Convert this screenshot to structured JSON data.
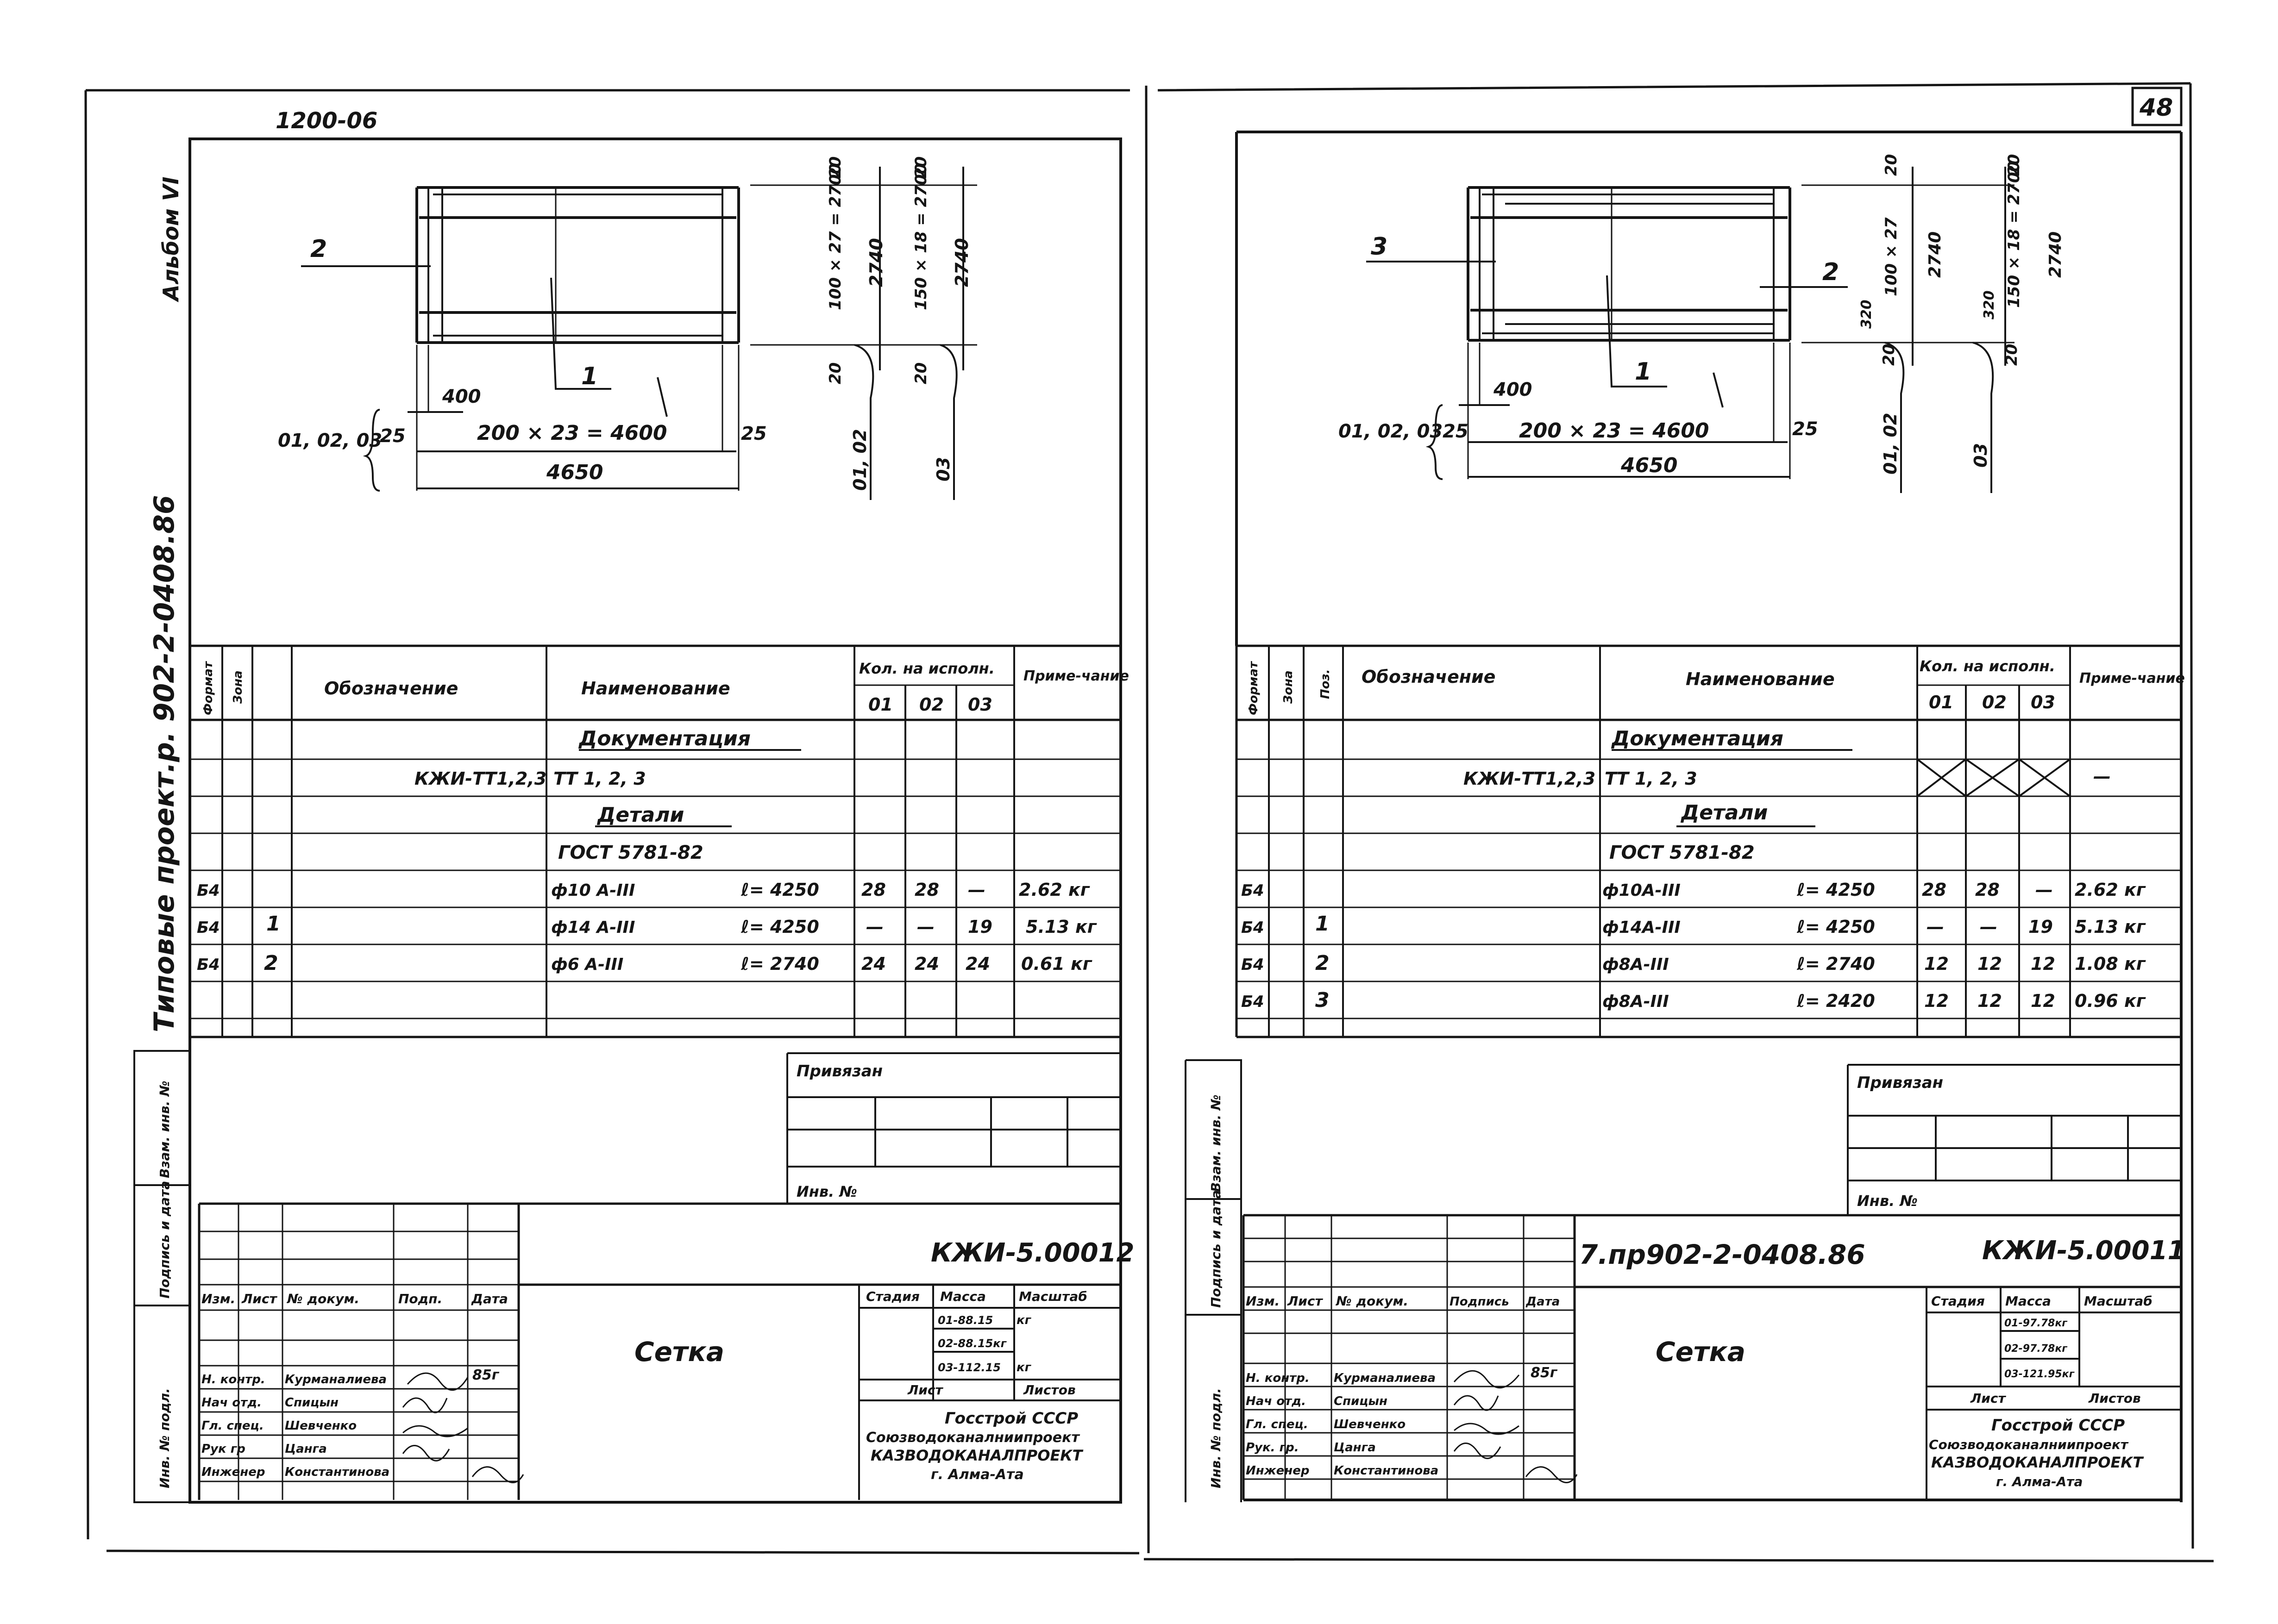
{
  "left": {
    "corner_code": "1200-06",
    "album": "Альбом VI",
    "project": "Типовые проект.р. 902-2-0408.86",
    "drawing": {
      "pos_2": "2",
      "pos_1": "1",
      "dim_400": "400",
      "variants": "01, 02, 03",
      "dim_25a": "25",
      "dim_4600": "200 × 23 = 4600",
      "dim_25b": "25",
      "dim_4650": "4650",
      "dim_20a": "20",
      "dim_2700a": "100 × 27 = 2700",
      "dim_2740a": "2740",
      "dim_20b": "20",
      "dim_2700b": "150 × 18 = 2700",
      "dim_2740b": "2740",
      "dim_20c": "20",
      "dim_20d": "20",
      "ver_0102": "01, 02",
      "ver_03": "03"
    },
    "spec": {
      "h_format": "Формат",
      "h_zone": "Зона",
      "h_designation": "Обозначение",
      "h_name": "Наименование",
      "h_qty": "Кол. на исполн.",
      "h_01": "01",
      "h_02": "02",
      "h_03": "03",
      "h_note": "Приме-чание",
      "rows": [
        {
          "fmt": "",
          "pos": "",
          "des": "",
          "name": "Документация",
          "len": "",
          "q1": "",
          "q2": "",
          "q3": "",
          "note": ""
        },
        {
          "fmt": "",
          "pos": "",
          "des": "КЖИ-ТТ1,2,3",
          "name": "ТТ 1, 2, 3",
          "len": "",
          "q1": "",
          "q2": "",
          "q3": "",
          "note": ""
        },
        {
          "fmt": "",
          "pos": "",
          "des": "",
          "name": "Детали",
          "len": "",
          "q1": "",
          "q2": "",
          "q3": "",
          "note": ""
        },
        {
          "fmt": "",
          "pos": "",
          "des": "",
          "name": "ГОСТ 5781-82",
          "len": "",
          "q1": "",
          "q2": "",
          "q3": "",
          "note": ""
        },
        {
          "fmt": "Б4",
          "pos": "1",
          "des": "",
          "name": "ф10 А-III",
          "len": "ℓ= 4250",
          "q1": "28",
          "q2": "28",
          "q3": "—",
          "note": "2.62 кг"
        },
        {
          "fmt": "Б4",
          "pos": "",
          "des": "",
          "name": "ф14 А-III",
          "len": "ℓ= 4250",
          "q1": "—",
          "q2": "—",
          "q3": "19",
          "note": "5.13 кг"
        },
        {
          "fmt": "Б4",
          "pos": "2",
          "des": "",
          "name": "ф6 А-III",
          "len": "ℓ= 2740",
          "q1": "24",
          "q2": "24",
          "q3": "24",
          "note": "0.61 кг"
        },
        {
          "fmt": "",
          "pos": "",
          "des": "",
          "name": "",
          "len": "",
          "q1": "",
          "q2": "",
          "q3": "",
          "note": ""
        }
      ]
    },
    "bound": "Привязан",
    "inv_no": "Инв. №",
    "side_labels": [
      "Взам. инв. №",
      "Подпись и дата",
      "Инв. № подл."
    ],
    "stamp": {
      "code": "КЖИ-5.00012",
      "title": "Сетка",
      "h_izm": "Изм.",
      "h_list": "Лист",
      "h_doc": "№ докум.",
      "h_sign": "Подп.",
      "h_date": "Дата",
      "stage": "Стадия",
      "mass": "Масса",
      "scale": "Масштаб",
      "mass_values": [
        "01-88.15",
        "02-88.15кг",
        "03-112.15"
      ],
      "kg": "кг",
      "sheet": "Лист",
      "sheets": "Листов",
      "org": [
        "Госстрой СССР",
        "Союзводоканалниипроект",
        "КАЗВОДОКАНАЛПРОЕКТ",
        "г. Алма-Ата"
      ],
      "people": [
        {
          "role": "Н. контр.",
          "name": "Курманалиева"
        },
        {
          "role": "Нач отд.",
          "name": "Спицын"
        },
        {
          "role": "Гл. спец.",
          "name": "Шевченко"
        },
        {
          "role": "Рук гр",
          "name": "Цанга"
        },
        {
          "role": "Инженер",
          "name": "Константинова"
        }
      ],
      "date": "85г"
    }
  },
  "right": {
    "sheet_number": "48",
    "drawing": {
      "pos_3": "3",
      "pos_2": "2",
      "pos_1": "1",
      "dim_400": "400",
      "variants": "01, 02, 03",
      "dim_25a": "25",
      "dim_4600": "200 × 23 = 4600",
      "dim_25b": "25",
      "dim_4650": "4650",
      "dim_20a": "20",
      "dim_2700a": "100 × 27",
      "dim_2740a": "2740",
      "dim_20b": "20",
      "dim_2700b": "150 × 18 = 2700",
      "dim_2740b": "2740",
      "dim_320a": "320",
      "dim_320b": "320",
      "dim_20c": "20",
      "dim_20d": "20",
      "ver_0102": "01, 02",
      "ver_03": "03"
    },
    "spec": {
      "h_format": "Формат",
      "h_zone": "Зона",
      "h_pos": "Поз.",
      "h_designation": "Обозначение",
      "h_name": "Наименование",
      "h_qty": "Кол. на исполн.",
      "h_01": "01",
      "h_02": "02",
      "h_03": "03",
      "h_note": "Приме-чание",
      "rows": [
        {
          "fmt": "",
          "pos": "",
          "des": "",
          "name": "Документация",
          "len": "",
          "q1": "",
          "q2": "",
          "q3": "",
          "note": ""
        },
        {
          "fmt": "",
          "pos": "",
          "des": "КЖИ-ТТ1,2,3",
          "name": "ТТ 1, 2, 3",
          "len": "",
          "q1": "",
          "q2": "",
          "q3": "",
          "note": "—"
        },
        {
          "fmt": "",
          "pos": "",
          "des": "",
          "name": "Детали",
          "len": "",
          "q1": "",
          "q2": "",
          "q3": "",
          "note": ""
        },
        {
          "fmt": "",
          "pos": "",
          "des": "",
          "name": "ГОСТ 5781-82",
          "len": "",
          "q1": "",
          "q2": "",
          "q3": "",
          "note": ""
        },
        {
          "fmt": "Б4",
          "pos": "1",
          "des": "",
          "name": "ф10А-III",
          "len": "ℓ= 4250",
          "q1": "28",
          "q2": "28",
          "q3": "—",
          "note": "2.62 кг"
        },
        {
          "fmt": "Б4",
          "pos": "",
          "des": "",
          "name": "ф14А-III",
          "len": "ℓ= 4250",
          "q1": "—",
          "q2": "—",
          "q3": "19",
          "note": "5.13 кг"
        },
        {
          "fmt": "Б4",
          "pos": "2",
          "des": "",
          "name": "ф8А-III",
          "len": "ℓ= 2740",
          "q1": "12",
          "q2": "12",
          "q3": "12",
          "note": "1.08 кг"
        },
        {
          "fmt": "Б4",
          "pos": "3",
          "des": "",
          "name": "ф8А-III",
          "len": "ℓ= 2420",
          "q1": "12",
          "q2": "12",
          "q3": "12",
          "note": "0.96 кг"
        }
      ]
    },
    "bound": "Привязан",
    "inv_no": "Инв. №",
    "side_labels": [
      "Взам. инв. №",
      "Подпись и дата",
      "Инв. № подл."
    ],
    "stamp": {
      "project": "7.пр902-2-0408.86",
      "code": "КЖИ-5.00011",
      "title": "Сетка",
      "h_izm": "Изм.",
      "h_list": "Лист",
      "h_doc": "№ докум.",
      "h_sign": "Подпись",
      "h_date": "Дата",
      "stage": "Стадия",
      "mass": "Масса",
      "scale": "Масштаб",
      "mass_values": [
        "01-97.78кг",
        "02-97.78кг",
        "03-121.95кг"
      ],
      "sheet": "Лист",
      "sheets": "Листов",
      "org": [
        "Госстрой СССР",
        "Союзводоканалниипроект",
        "КАЗВОДОКАНАЛПРОЕКТ",
        "г. Алма-Ата"
      ],
      "people": [
        {
          "role": "Н. контр.",
          "name": "Курманалиева"
        },
        {
          "role": "Нач отд.",
          "name": "Спицын"
        },
        {
          "role": "Гл. спец.",
          "name": "Шевченко"
        },
        {
          "role": "Рук. гр.",
          "name": "Цанга"
        },
        {
          "role": "Инженер",
          "name": "Константинова"
        }
      ],
      "date": "85г"
    }
  }
}
